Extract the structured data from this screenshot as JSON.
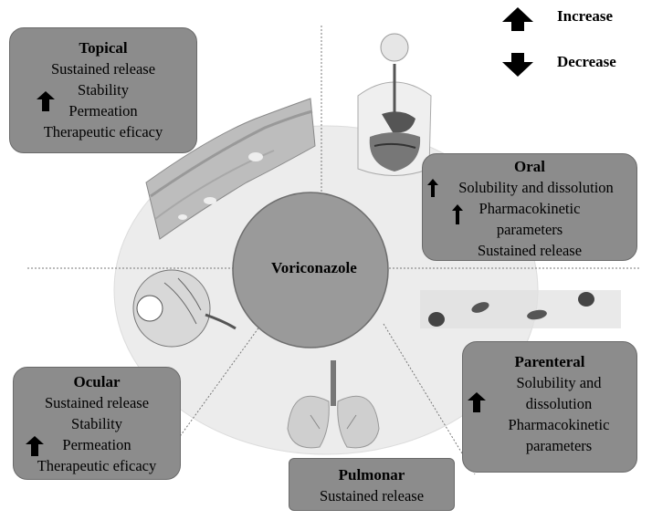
{
  "center": {
    "label": "Voriconazole"
  },
  "legend": {
    "increase": "Increase",
    "decrease": "Decrease"
  },
  "routes": {
    "topical": {
      "title": "Topical",
      "lines": [
        "Sustained release",
        "Stability",
        "Permeation",
        "Therapeutic eficacy"
      ]
    },
    "oral": {
      "title": "Oral",
      "lines": [
        "Solubility and dissolution",
        "Pharmacokinetic",
        "parameters",
        "Sustained release"
      ]
    },
    "parenteral": {
      "title": "Parenteral",
      "lines": [
        "Solubility and",
        "dissolution",
        "Pharmacokinetic",
        "parameters"
      ]
    },
    "pulmonar": {
      "title": "Pulmonar",
      "lines": [
        "Sustained release"
      ]
    },
    "ocular": {
      "title": "Ocular",
      "lines": [
        "Sustained release",
        "Stability",
        "Permeation",
        "Therapeutic eficacy"
      ]
    }
  },
  "colors": {
    "box_fill": "#8c8c8c",
    "center_fill": "#9a9a9a",
    "ellipse_fill": "#ececec",
    "arrow": "#000000"
  },
  "icons": [
    "arrow-up-icon",
    "arrow-down-icon",
    "skin-illustration",
    "digestive-system-illustration",
    "blood-cells-illustration",
    "lungs-illustration",
    "eye-illustration"
  ]
}
